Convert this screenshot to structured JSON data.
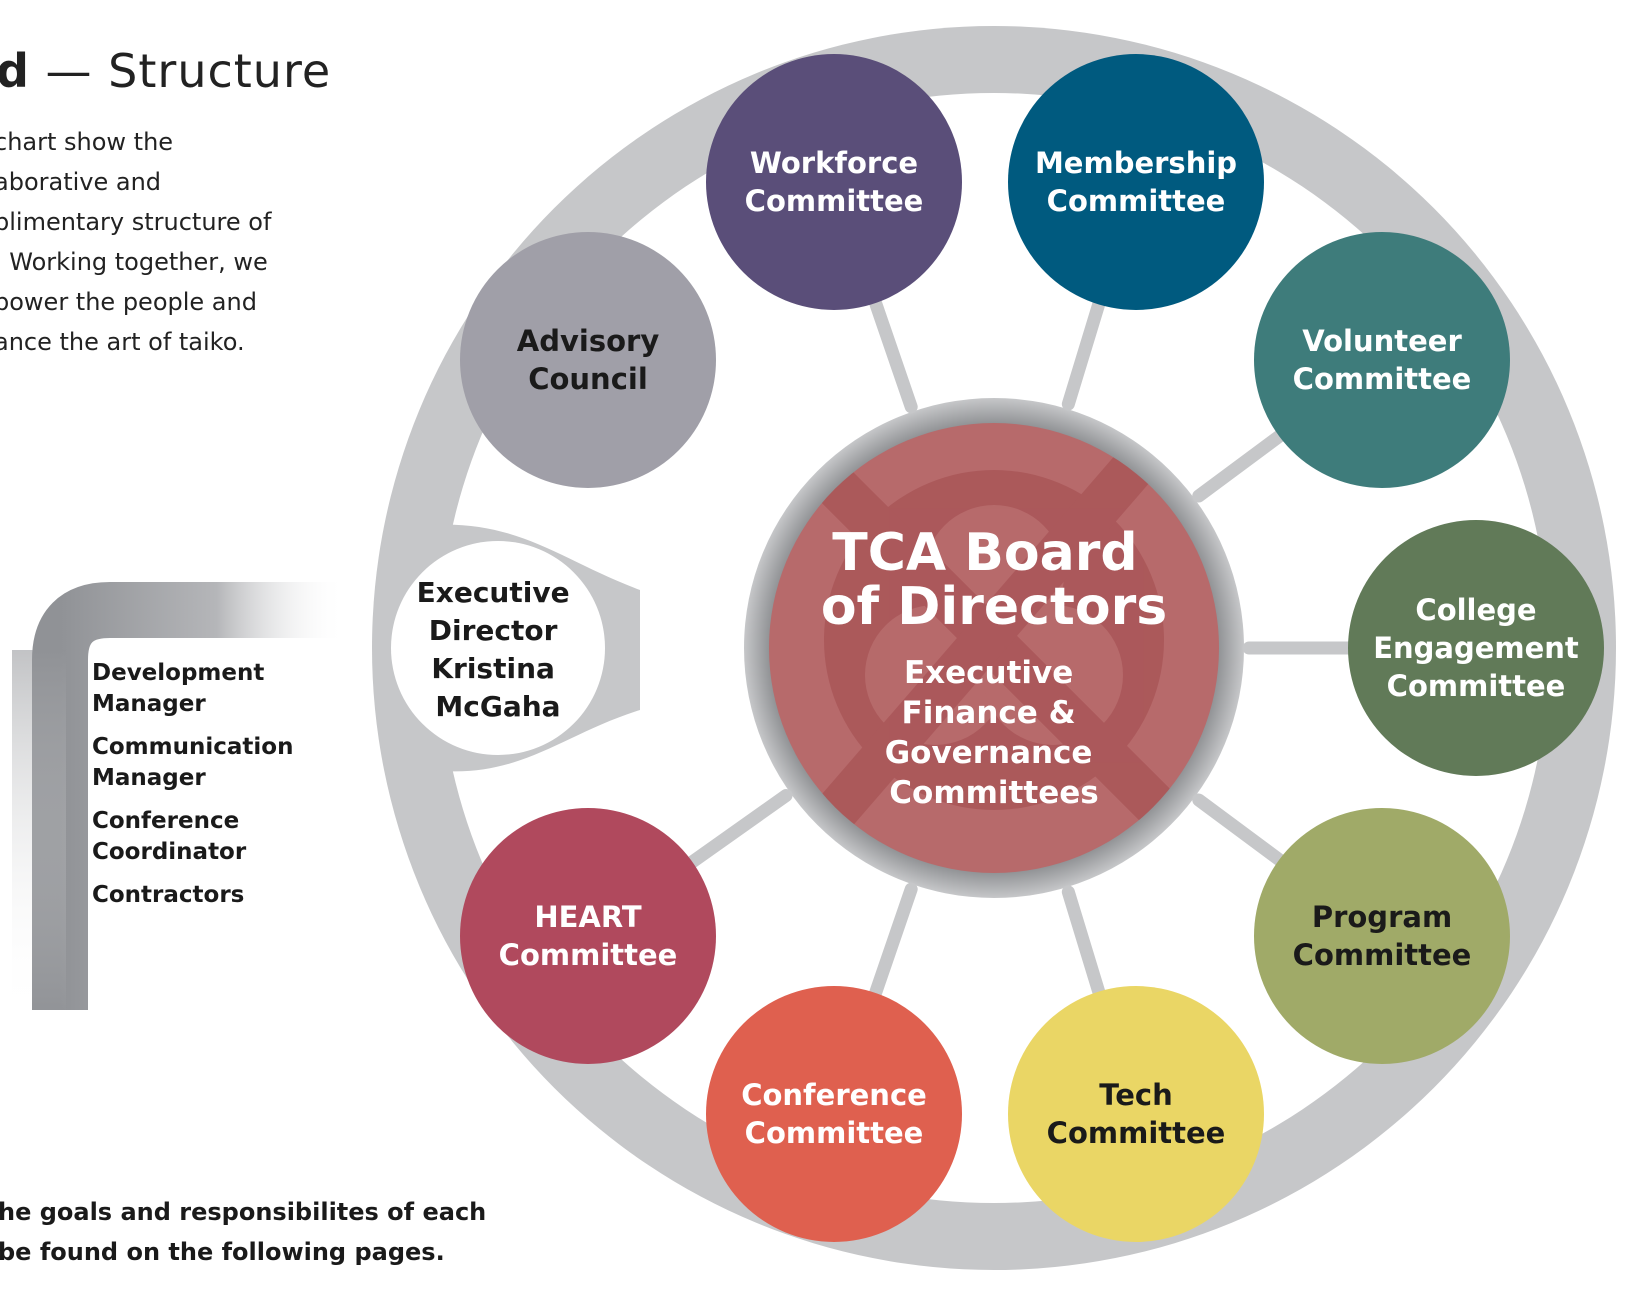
{
  "page": {
    "heading_bold": "d",
    "heading_rest": " — Structure",
    "intro_lines": [
      "chart show the",
      "aborative and",
      "plimentary structure of",
      ". Working together, we",
      "power the people and",
      "ance the art of taiko."
    ],
    "footer_lines": [
      "he goals and responsibilites of each",
      "be found on the following pages."
    ]
  },
  "staff": [
    {
      "line1": "Development",
      "line2": "Manager"
    },
    {
      "line1": "Communication",
      "line2": "Manager"
    },
    {
      "line1": "Conference",
      "line2": "Coordinator"
    },
    {
      "line1": "Contractors",
      "line2": ""
    }
  ],
  "center": {
    "title_lines": [
      "TCA Board",
      "of Directors"
    ],
    "sub_lines": [
      "Executive",
      "Finance &",
      "Governance",
      "Committees"
    ],
    "color": "#b76a6b"
  },
  "executive_director": {
    "lines": [
      "Executive",
      "Director",
      "Kristina",
      "McGaha"
    ]
  },
  "committees": [
    {
      "id": "workforce",
      "lines": [
        "Workforce",
        "Committee"
      ],
      "color": "#5a4e79",
      "text_color": "#ffffff"
    },
    {
      "id": "membership",
      "lines": [
        "Membership",
        "Committee"
      ],
      "color": "#005a7f",
      "text_color": "#ffffff"
    },
    {
      "id": "volunteer",
      "lines": [
        "Volunteer",
        "Committee"
      ],
      "color": "#3e7c7b",
      "text_color": "#ffffff"
    },
    {
      "id": "college-engagement",
      "lines": [
        "College",
        "Engagement",
        "Committee"
      ],
      "color": "#617a58",
      "text_color": "#ffffff"
    },
    {
      "id": "program",
      "lines": [
        "Program",
        "Committee"
      ],
      "color": "#a0aa68",
      "text_color": "#1a1a1a"
    },
    {
      "id": "tech",
      "lines": [
        "Tech",
        "Committee"
      ],
      "color": "#ead665",
      "text_color": "#1a1a1a"
    },
    {
      "id": "conference",
      "lines": [
        "Conference",
        "Committee"
      ],
      "color": "#df604f",
      "text_color": "#ffffff"
    },
    {
      "id": "heart",
      "lines": [
        "HEART",
        "Committee"
      ],
      "color": "#b0495d",
      "text_color": "#ffffff"
    },
    {
      "id": "advisory-council",
      "lines": [
        "Advisory",
        "Council"
      ],
      "color": "#a09fa8",
      "text_color": "#1a1a1a"
    }
  ]
}
